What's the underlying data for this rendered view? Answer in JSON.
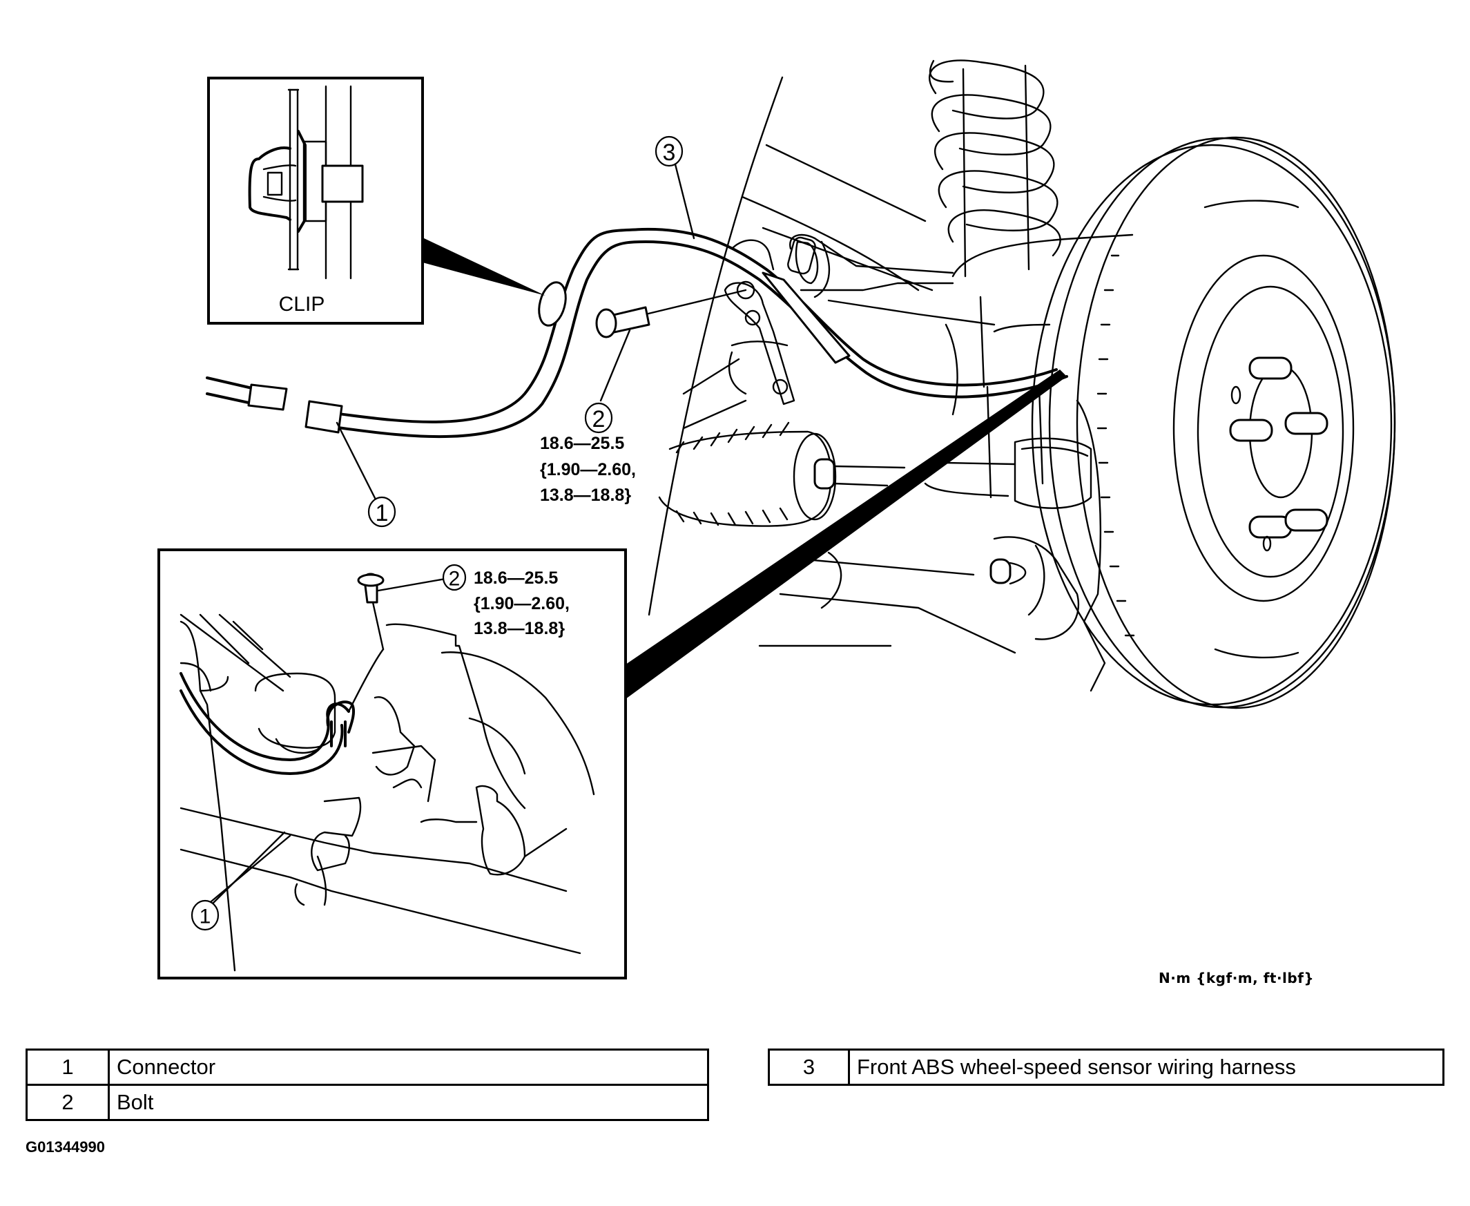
{
  "figure": {
    "figure_id": "G01344990",
    "units_note": "N·m {kgf·m, ft·lbf}",
    "clip_inset_label": "CLIP"
  },
  "callouts": [
    {
      "number": "1",
      "part": "Connector"
    },
    {
      "number": "2",
      "part": "Bolt",
      "torque_line1": "18.6—25.5",
      "torque_line2": "{1.90—2.60,",
      "torque_line3": "13.8—18.8}"
    },
    {
      "number": "3",
      "part": "Front ABS wheel-speed sensor wiring harness"
    }
  ],
  "legend": {
    "left_rows": [
      {
        "number": "1",
        "description": "Connector"
      },
      {
        "number": "2",
        "description": "Bolt"
      }
    ],
    "right_rows": [
      {
        "number": "3",
        "description": "Front ABS wheel-speed sensor wiring harness"
      }
    ]
  }
}
